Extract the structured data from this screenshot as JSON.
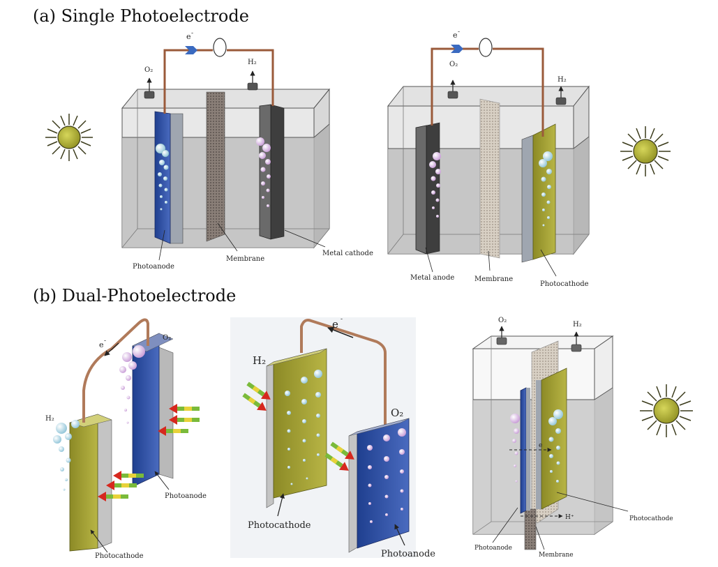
{
  "sections": {
    "single": {
      "title": "(a) Single Photoelectrode"
    },
    "dual": {
      "title": "(b) Dual-Photoelectrode"
    }
  },
  "cells": {
    "a1": {
      "electron": "e",
      "o2": "O₂",
      "h2": "H₂",
      "photoanode": "Photoanode",
      "membrane": "Membrane",
      "metal_cathode": "Metal cathode"
    },
    "a2": {
      "electron": "e",
      "o2": "O₂",
      "h2": "H₂",
      "metal_anode": "Metal anode",
      "membrane": "Membrane",
      "photocathode": "Photocathode"
    },
    "b1": {
      "electron": "e",
      "o2": "O₂",
      "h2": "H₂",
      "photoanode": "Photoanode",
      "photocathode": "Photocathode"
    },
    "b2": {
      "electron": "e",
      "o2": "O₂",
      "h2": "H₂",
      "photocathode": "Photocathode",
      "photoanode": "Photoanode"
    },
    "b3": {
      "o2": "O₂",
      "h2": "H₂",
      "electron": "e",
      "proton": "H⁺",
      "photoanode": "Photoanode",
      "membrane": "Membrane",
      "photocathode": "Photocathode"
    }
  },
  "colors": {
    "photoanode": "#2f4f9e",
    "photocathode": "#9e9b2e",
    "metal": "#5a5a5a",
    "wire": "#9a5a3a",
    "sun": "#a3a32a",
    "water": "#c9c9c9"
  }
}
